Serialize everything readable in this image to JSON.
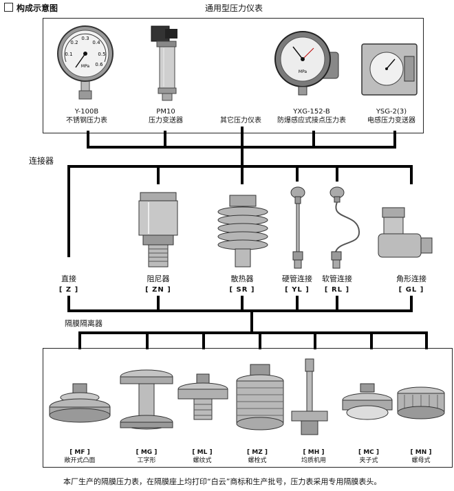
{
  "header": {
    "section_title": "构成示意图",
    "diagram_title": "通用型压力仪表"
  },
  "gauges": [
    {
      "model": "Y-100B",
      "name": "不锈钢压力表"
    },
    {
      "model": "PM10",
      "name": "压力变送器"
    },
    {
      "model": "",
      "name": "其它压力仪表"
    },
    {
      "model": "YXG-152-B",
      "name": "防爆感应式接点压力表"
    },
    {
      "model": "YSG-2(3)",
      "name": "电感压力变送器"
    }
  ],
  "gauge_face_text": {
    "g0_top": "0.3",
    "g0_mid": "0.4",
    "g0_low": "0.2",
    "g0_right": "0.5",
    "g0_left": "0.1",
    "g0_bottom": "0.6",
    "g0_brand": "MPa",
    "g2_mpa": "MPa"
  },
  "connectors": {
    "section_label": "连接器",
    "items": [
      {
        "name": "直接",
        "code": "[ Z ]"
      },
      {
        "name": "阻尼器",
        "code": "[ ZN ]"
      },
      {
        "name": "散热器",
        "code": "[ SR ]"
      },
      {
        "name": "硬管连接",
        "code": "[ YL ]"
      },
      {
        "name": "软管连接",
        "code": "[ RL ]"
      },
      {
        "name": "角形连接",
        "code": "[ GL ]"
      }
    ]
  },
  "diaphragm": {
    "section_label": "隔膜隔离器",
    "items": [
      {
        "code": "[ MF ]",
        "name": "敞开式凸面"
      },
      {
        "code": "[ MG ]",
        "name": "工字形"
      },
      {
        "code": "[ ML ]",
        "name": "螺纹式"
      },
      {
        "code": "[ MZ ]",
        "name": "螺栓式"
      },
      {
        "code": "[ MH ]",
        "name": "均质机用"
      },
      {
        "code": "[ MC ]",
        "name": "夹子式"
      },
      {
        "code": "[ MN ]",
        "name": "螺母式"
      }
    ]
  },
  "footer": {
    "note": "本厂生产的隔膜压力表，在隔膜座上均打印“白云”商标和生产批号，压力表采用专用隔膜表头。"
  }
}
